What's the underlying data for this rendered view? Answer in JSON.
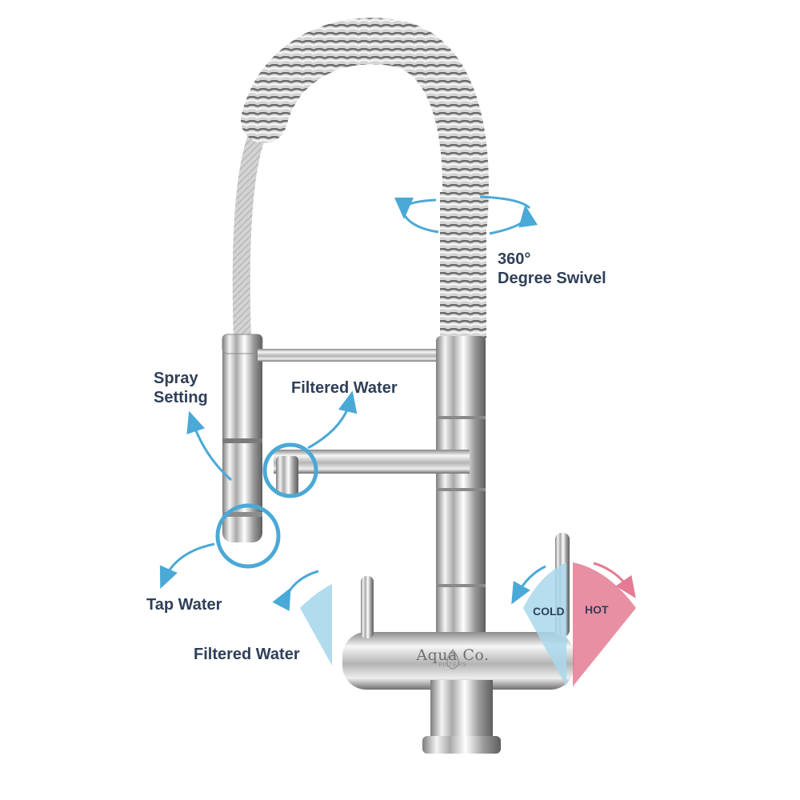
{
  "labels": {
    "swivel_line1": "360°",
    "swivel_line2": "Degree Swivel",
    "spray_line1": "Spray",
    "spray_line2": "Setting",
    "filtered_top": "Filtered Water",
    "tap_water": "Tap Water",
    "filtered_bottom": "Filtered Water",
    "cold": "COLD",
    "hot": "HOT"
  },
  "logo": {
    "text": "Aqua Co.",
    "subtext": "FILTERS"
  },
  "colors": {
    "label_text": "#2f3f58",
    "accent_blue": "#4aa9d6",
    "cold": "#a9d8ec",
    "hot": "#e47b94",
    "chrome_dark": "#8c8c8c",
    "chrome_light": "#f2f2f2"
  },
  "icons": [
    "swivel-arrows-icon",
    "curved-arrow-icon",
    "highlight-circle-icon",
    "droplet-icon"
  ]
}
